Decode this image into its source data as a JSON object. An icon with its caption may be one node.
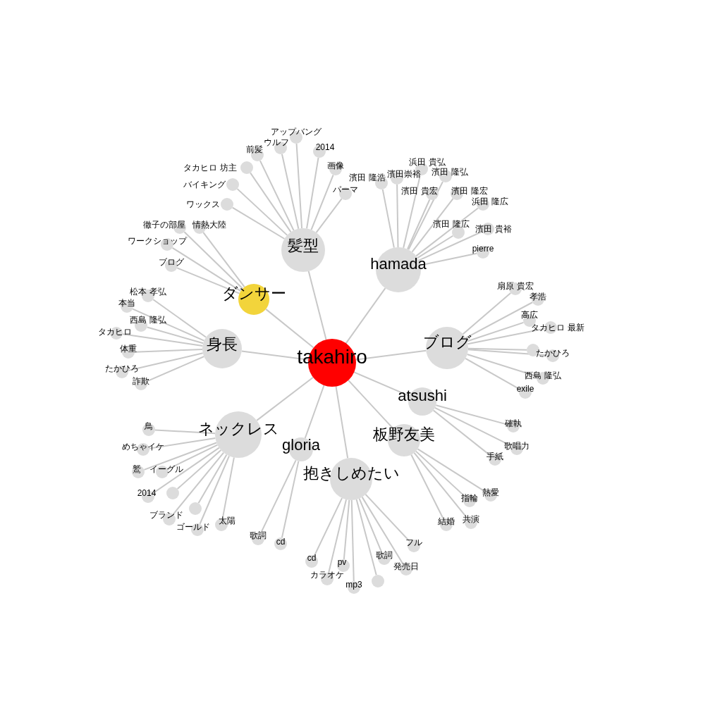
{
  "diagram": {
    "nodes": [
      {
        "text": [
          "takahiro"
        ]
      },
      {
        "text": [
          "髪型"
        ]
      },
      {
        "text": [
          "アップバング"
        ]
      },
      {
        "text": [
          "2014"
        ]
      },
      {
        "text": [
          "前髪"
        ]
      },
      {
        "text": [
          "ウルフ"
        ]
      },
      {
        "text": [
          "パーマ"
        ]
      },
      {
        "text": [
          "画像"
        ]
      },
      {
        "text": [
          "バイキング"
        ]
      },
      {
        "text": [
          "タカヒロ 坊主"
        ]
      },
      {
        "text": [
          "ワックス"
        ]
      },
      {
        "text": [
          "hamada"
        ]
      },
      {
        "text": [
          "濱田 隆浩"
        ]
      },
      {
        "text": [
          "濱田崇裕"
        ]
      },
      {
        "text": [
          "浜田 貴弘"
        ]
      },
      {
        "text": [
          "濱田 隆弘"
        ]
      },
      {
        "text": [
          "濱田 貴宏"
        ]
      },
      {
        "text": [
          "濱田 隆宏"
        ]
      },
      {
        "text": [
          "浜田 隆広"
        ]
      },
      {
        "text": [
          "濱田 隆広"
        ]
      },
      {
        "text": [
          "濱田 貴裕"
        ]
      },
      {
        "text": [
          "pierre"
        ]
      },
      {
        "text": [
          "ダンサー"
        ]
      },
      {
        "text": [
          "徹子の部屋"
        ]
      },
      {
        "text": [
          "情熱大陸"
        ]
      },
      {
        "text": [
          "ワークショップ"
        ]
      },
      {
        "text": [
          "ブログ"
        ]
      },
      {
        "text": [
          "身長"
        ]
      },
      {
        "text": [
          "松本 孝弘"
        ]
      },
      {
        "text": [
          "本当"
        ]
      },
      {
        "text": [
          "西島 隆弘"
        ]
      },
      {
        "text": [
          "タカヒロ"
        ]
      },
      {
        "text": [
          "体重"
        ]
      },
      {
        "text": [
          "たかひろ"
        ]
      },
      {
        "text": [
          "詐欺"
        ]
      },
      {
        "text": [
          "ブログ"
        ]
      },
      {
        "text": [
          "扇原 貴宏"
        ]
      },
      {
        "text": [
          "孝浩"
        ]
      },
      {
        "text": [
          "高広"
        ]
      },
      {
        "text": [
          "タカヒロ 最新"
        ]
      },
      {
        "text": [],
        "shape": "circle"
      },
      {
        "text": [
          "たかひろ"
        ]
      },
      {
        "text": [
          "西島 隆弘"
        ]
      },
      {
        "text": [
          "exile"
        ]
      },
      {
        "text": [
          "atsushi"
        ]
      },
      {
        "text": [
          "確執"
        ]
      },
      {
        "text": [
          "歌唱力"
        ]
      },
      {
        "text": [
          "手紙"
        ]
      },
      {
        "text": [
          "ネックレス"
        ]
      },
      {
        "text": [
          "鳥"
        ]
      },
      {
        "text": [
          "めちゃイケ"
        ]
      },
      {
        "text": [
          "鷲"
        ]
      },
      {
        "text": [
          "イーグル"
        ]
      },
      {
        "text": [
          "2014"
        ]
      },
      {
        "text": [],
        "shape": "circle"
      },
      {
        "text": [],
        "shape": "circle"
      },
      {
        "text": [
          "ブランド"
        ]
      },
      {
        "text": [
          "ゴールド"
        ]
      },
      {
        "text": [
          "太陽"
        ]
      },
      {
        "text": [
          "gloria"
        ]
      },
      {
        "text": [
          "歌詞"
        ]
      },
      {
        "text": [
          "cd"
        ]
      },
      {
        "text": [
          "板野友美"
        ]
      },
      {
        "text": [
          "熱愛"
        ]
      },
      {
        "text": [
          "指輪"
        ]
      },
      {
        "text": [
          "共演"
        ]
      },
      {
        "text": [
          "結婚"
        ]
      },
      {
        "text": [
          "抱きしめたい"
        ]
      },
      {
        "text": [
          "cd"
        ]
      },
      {
        "text": [
          "カラオケ"
        ]
      },
      {
        "text": [
          "pv"
        ]
      },
      {
        "text": [
          "mp3"
        ]
      },
      {
        "text": [],
        "shape": "circle"
      },
      {
        "text": [
          "歌詞"
        ]
      },
      {
        "text": [
          "発売日"
        ]
      },
      {
        "text": [
          "フル"
        ]
      }
    ],
    "edges": [
      {
        "from": 0,
        "to": 1,
        "arrow": "none"
      },
      {
        "from": 1,
        "to": 2,
        "arrow": "none"
      },
      {
        "from": 1,
        "to": 3,
        "arrow": "none"
      },
      {
        "from": 1,
        "to": 4,
        "arrow": "none"
      },
      {
        "from": 1,
        "to": 5,
        "arrow": "none"
      },
      {
        "from": 1,
        "to": 6,
        "arrow": "none"
      },
      {
        "from": 1,
        "to": 7,
        "arrow": "none"
      },
      {
        "from": 1,
        "to": 8,
        "arrow": "none"
      },
      {
        "from": 1,
        "to": 9,
        "arrow": "none"
      },
      {
        "from": 1,
        "to": 10,
        "arrow": "none"
      },
      {
        "from": 0,
        "to": 11,
        "arrow": "none"
      },
      {
        "from": 11,
        "to": 12,
        "arrow": "none"
      },
      {
        "from": 11,
        "to": 13,
        "arrow": "none"
      },
      {
        "from": 11,
        "to": 14,
        "arrow": "none"
      },
      {
        "from": 11,
        "to": 15,
        "arrow": "none"
      },
      {
        "from": 11,
        "to": 16,
        "arrow": "none"
      },
      {
        "from": 11,
        "to": 17,
        "arrow": "none"
      },
      {
        "from": 11,
        "to": 18,
        "arrow": "none"
      },
      {
        "from": 11,
        "to": 19,
        "arrow": "none"
      },
      {
        "from": 11,
        "to": 20,
        "arrow": "none"
      },
      {
        "from": 11,
        "to": 21,
        "arrow": "none"
      },
      {
        "from": 0,
        "to": 22,
        "arrow": "none"
      },
      {
        "from": 22,
        "to": 23,
        "arrow": "none"
      },
      {
        "from": 22,
        "to": 24,
        "arrow": "none"
      },
      {
        "from": 22,
        "to": 25,
        "arrow": "none"
      },
      {
        "from": 22,
        "to": 26,
        "arrow": "none"
      },
      {
        "from": 0,
        "to": 27,
        "arrow": "none"
      },
      {
        "from": 27,
        "to": 28,
        "arrow": "none"
      },
      {
        "from": 27,
        "to": 29,
        "arrow": "none"
      },
      {
        "from": 27,
        "to": 30,
        "arrow": "none"
      },
      {
        "from": 27,
        "to": 31,
        "arrow": "none"
      },
      {
        "from": 27,
        "to": 32,
        "arrow": "none"
      },
      {
        "from": 27,
        "to": 33,
        "arrow": "none"
      },
      {
        "from": 27,
        "to": 34,
        "arrow": "none"
      },
      {
        "from": 0,
        "to": 35,
        "arrow": "none"
      },
      {
        "from": 35,
        "to": 36,
        "arrow": "none"
      },
      {
        "from": 35,
        "to": 37,
        "arrow": "none"
      },
      {
        "from": 35,
        "to": 38,
        "arrow": "none"
      },
      {
        "from": 35,
        "to": 39,
        "arrow": "none"
      },
      {
        "from": 35,
        "to": 40,
        "arrow": "none"
      },
      {
        "from": 35,
        "to": 41,
        "arrow": "none"
      },
      {
        "from": 35,
        "to": 42,
        "arrow": "none"
      },
      {
        "from": 35,
        "to": 43,
        "arrow": "none"
      },
      {
        "from": 0,
        "to": 44,
        "arrow": "none"
      },
      {
        "from": 44,
        "to": 45,
        "arrow": "none"
      },
      {
        "from": 44,
        "to": 46,
        "arrow": "none"
      },
      {
        "from": 44,
        "to": 47,
        "arrow": "none"
      },
      {
        "from": 0,
        "to": 48,
        "arrow": "none"
      },
      {
        "from": 48,
        "to": 49,
        "arrow": "none"
      },
      {
        "from": 48,
        "to": 50,
        "arrow": "none"
      },
      {
        "from": 48,
        "to": 51,
        "arrow": "none"
      },
      {
        "from": 48,
        "to": 52,
        "arrow": "none"
      },
      {
        "from": 48,
        "to": 53,
        "arrow": "none"
      },
      {
        "from": 48,
        "to": 54,
        "arrow": "none"
      },
      {
        "from": 48,
        "to": 55,
        "arrow": "none"
      },
      {
        "from": 48,
        "to": 56,
        "arrow": "none"
      },
      {
        "from": 48,
        "to": 57,
        "arrow": "none"
      },
      {
        "from": 48,
        "to": 58,
        "arrow": "none"
      },
      {
        "from": 0,
        "to": 59,
        "arrow": "none"
      },
      {
        "from": 59,
        "to": 60,
        "arrow": "none"
      },
      {
        "from": 59,
        "to": 61,
        "arrow": "none"
      },
      {
        "from": 0,
        "to": 62,
        "arrow": "none"
      },
      {
        "from": 62,
        "to": 63,
        "arrow": "none"
      },
      {
        "from": 62,
        "to": 64,
        "arrow": "none"
      },
      {
        "from": 62,
        "to": 65,
        "arrow": "none"
      },
      {
        "from": 62,
        "to": 66,
        "arrow": "none"
      },
      {
        "from": 0,
        "to": 67,
        "arrow": "none"
      },
      {
        "from": 67,
        "to": 68,
        "arrow": "none"
      },
      {
        "from": 67,
        "to": 69,
        "arrow": "none"
      },
      {
        "from": 67,
        "to": 70,
        "arrow": "none"
      },
      {
        "from": 67,
        "to": 71,
        "arrow": "none"
      },
      {
        "from": 67,
        "to": 72,
        "arrow": "none"
      },
      {
        "from": 67,
        "to": 73,
        "arrow": "none"
      },
      {
        "from": 67,
        "to": 74,
        "arrow": "none"
      },
      {
        "from": 67,
        "to": 75,
        "arrow": "none"
      }
    ]
  }
}
